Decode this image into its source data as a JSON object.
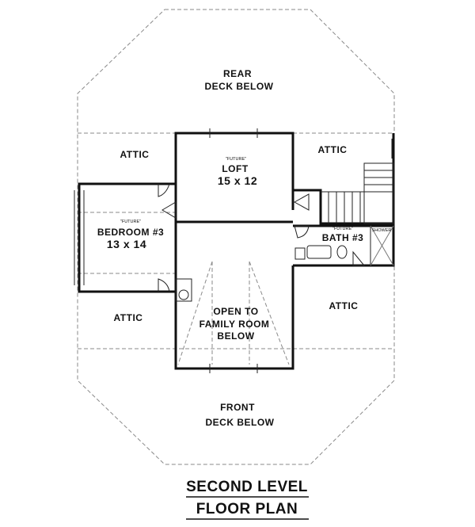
{
  "rooms": {
    "rear_deck": {
      "line1": "REAR",
      "line2": "DECK BELOW"
    },
    "attic_top_left": "ATTIC",
    "attic_top_right": "ATTIC",
    "loft": {
      "tag": "\"FUTURE\"",
      "name": "LOFT",
      "size": "15 x 12"
    },
    "bedroom3": {
      "tag": "\"FUTURE\"",
      "name": "BEDROOM #3",
      "size": "13 x 14"
    },
    "bath3": {
      "tag": "\"FUTURE\"",
      "name": "BATH #3"
    },
    "shower": "SHOWER",
    "open_to": {
      "line1": "OPEN TO",
      "line2": "FAMILY ROOM",
      "line3": "BELOW"
    },
    "attic_bottom_left": "ATTIC",
    "attic_bottom_right": "ATTIC",
    "front_deck": {
      "line1": "FRONT",
      "line2": "DECK BELOW"
    }
  },
  "title": {
    "line1": "SECOND LEVEL",
    "line2": "FLOOR PLAN"
  }
}
